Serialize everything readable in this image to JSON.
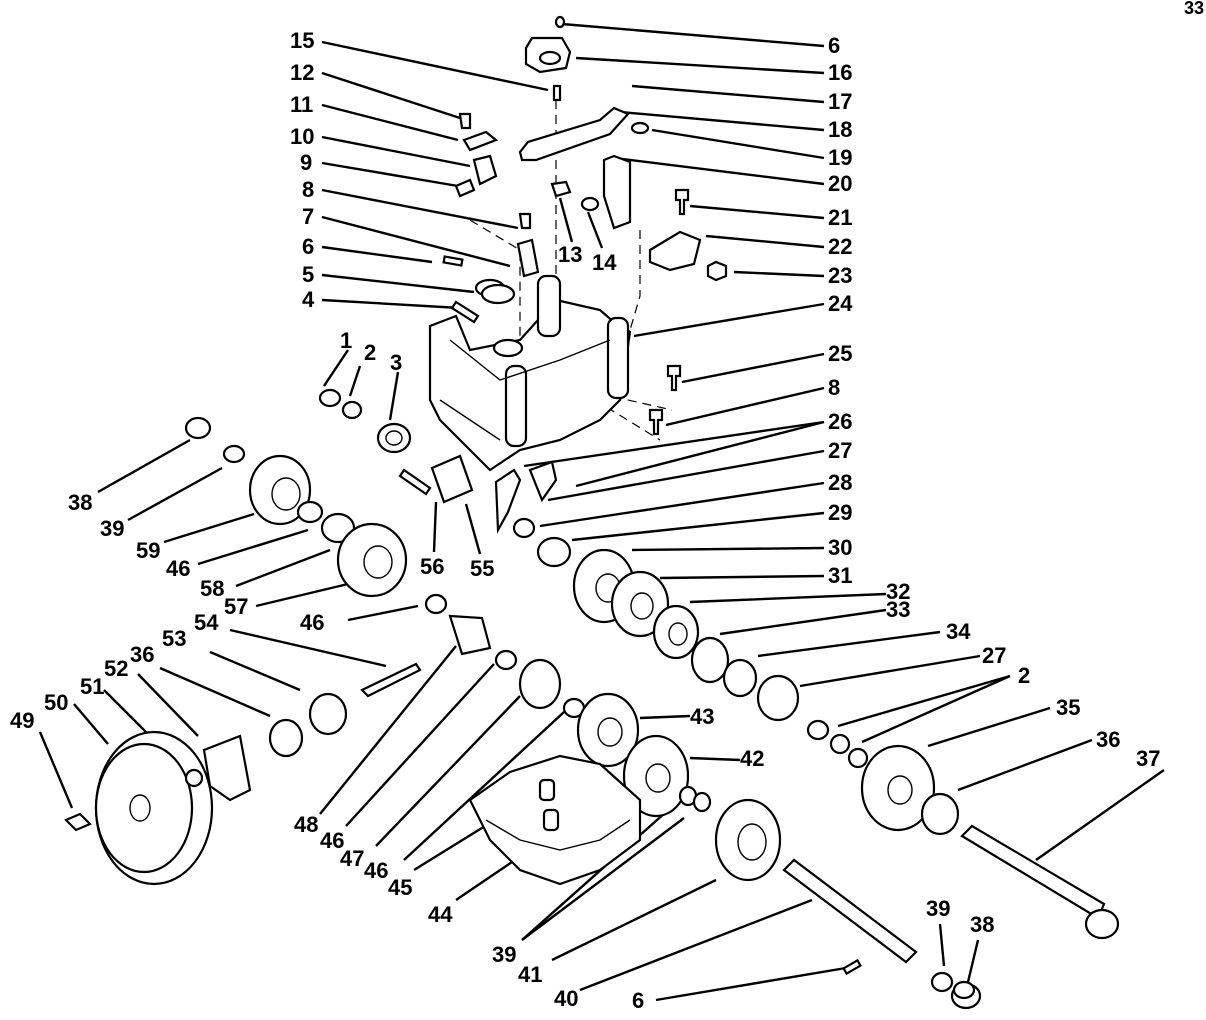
{
  "page_number": "33",
  "callouts": [
    {
      "id": "c15",
      "text": "15"
    },
    {
      "id": "c12",
      "text": "12"
    },
    {
      "id": "c11",
      "text": "11"
    },
    {
      "id": "c10",
      "text": "10"
    },
    {
      "id": "c9",
      "text": "9"
    },
    {
      "id": "c8a",
      "text": "8"
    },
    {
      "id": "c7",
      "text": "7"
    },
    {
      "id": "c6a",
      "text": "6"
    },
    {
      "id": "c5",
      "text": "5"
    },
    {
      "id": "c4",
      "text": "4"
    },
    {
      "id": "c6b",
      "text": "6"
    },
    {
      "id": "c16",
      "text": "16"
    },
    {
      "id": "c17",
      "text": "17"
    },
    {
      "id": "c18",
      "text": "18"
    },
    {
      "id": "c19",
      "text": "19"
    },
    {
      "id": "c20",
      "text": "20"
    },
    {
      "id": "c21",
      "text": "21"
    },
    {
      "id": "c22",
      "text": "22"
    },
    {
      "id": "c23",
      "text": "23"
    },
    {
      "id": "c24",
      "text": "24"
    },
    {
      "id": "c25",
      "text": "25"
    },
    {
      "id": "c8b",
      "text": "8"
    },
    {
      "id": "c26",
      "text": "26"
    },
    {
      "id": "c27a",
      "text": "27"
    },
    {
      "id": "c28",
      "text": "28"
    },
    {
      "id": "c29",
      "text": "29"
    },
    {
      "id": "c30",
      "text": "30"
    },
    {
      "id": "c31",
      "text": "31"
    },
    {
      "id": "c32",
      "text": "32"
    },
    {
      "id": "c33",
      "text": "33"
    },
    {
      "id": "c34",
      "text": "34"
    },
    {
      "id": "c27b",
      "text": "27"
    },
    {
      "id": "c2b",
      "text": "2"
    },
    {
      "id": "c35",
      "text": "35"
    },
    {
      "id": "c36b",
      "text": "36"
    },
    {
      "id": "c37",
      "text": "37"
    },
    {
      "id": "c13",
      "text": "13"
    },
    {
      "id": "c14",
      "text": "14"
    },
    {
      "id": "c1",
      "text": "1"
    },
    {
      "id": "c2a",
      "text": "2"
    },
    {
      "id": "c3",
      "text": "3"
    },
    {
      "id": "c38a",
      "text": "38"
    },
    {
      "id": "c39a",
      "text": "39"
    },
    {
      "id": "c59",
      "text": "59"
    },
    {
      "id": "c46a",
      "text": "46"
    },
    {
      "id": "c58",
      "text": "58"
    },
    {
      "id": "c57",
      "text": "57"
    },
    {
      "id": "c56",
      "text": "56"
    },
    {
      "id": "c55",
      "text": "55"
    },
    {
      "id": "c46b",
      "text": "46"
    },
    {
      "id": "c54",
      "text": "54"
    },
    {
      "id": "c53",
      "text": "53"
    },
    {
      "id": "c52",
      "text": "52"
    },
    {
      "id": "c36a",
      "text": "36"
    },
    {
      "id": "c51",
      "text": "51"
    },
    {
      "id": "c50",
      "text": "50"
    },
    {
      "id": "c49",
      "text": "49"
    },
    {
      "id": "c43",
      "text": "43"
    },
    {
      "id": "c42",
      "text": "42"
    },
    {
      "id": "c48",
      "text": "48"
    },
    {
      "id": "c46c",
      "text": "46"
    },
    {
      "id": "c47",
      "text": "47"
    },
    {
      "id": "c46d",
      "text": "46"
    },
    {
      "id": "c45",
      "text": "45"
    },
    {
      "id": "c44",
      "text": "44"
    },
    {
      "id": "c39b",
      "text": "39"
    },
    {
      "id": "c41",
      "text": "41"
    },
    {
      "id": "c40",
      "text": "40"
    },
    {
      "id": "c6c",
      "text": "6"
    },
    {
      "id": "c39c",
      "text": "39"
    },
    {
      "id": "c38b",
      "text": "38"
    }
  ]
}
